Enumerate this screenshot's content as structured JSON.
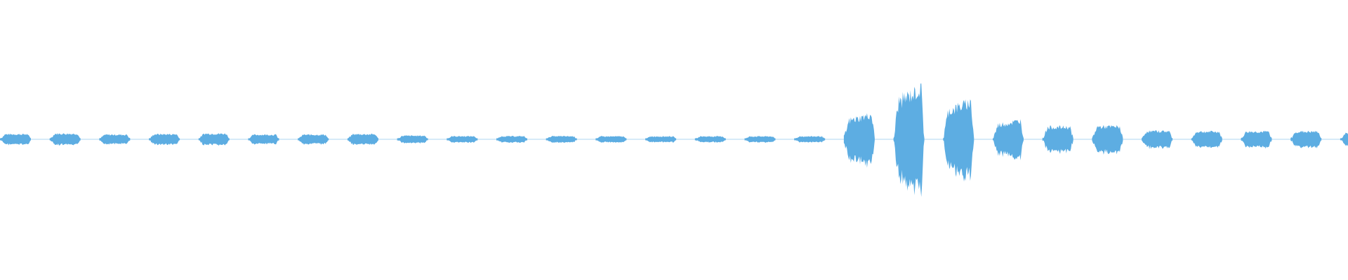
{
  "waveform": {
    "color": "#5dade2",
    "background": "#ffffff",
    "bursts": [
      {
        "segment": 1,
        "amplitude": 0.1
      },
      {
        "segment": 2,
        "amplitude": 0.11
      },
      {
        "segment": 3,
        "amplitude": 0.09
      },
      {
        "segment": 4,
        "amplitude": 0.1
      },
      {
        "segment": 5,
        "amplitude": 0.11
      },
      {
        "segment": 6,
        "amplitude": 0.09
      },
      {
        "segment": 7,
        "amplitude": 0.09
      },
      {
        "segment": 8,
        "amplitude": 0.1
      },
      {
        "segment": 9,
        "amplitude": 0.07
      },
      {
        "segment": 10,
        "amplitude": 0.06
      },
      {
        "segment": 11,
        "amplitude": 0.06
      },
      {
        "segment": 12,
        "amplitude": 0.06
      },
      {
        "segment": 13,
        "amplitude": 0.04
      },
      {
        "segment": 14,
        "amplitude": 0.04
      },
      {
        "segment": 15,
        "amplitude": 0.04
      },
      {
        "segment": 16,
        "amplitude": 0.04
      },
      {
        "segment": 17,
        "amplitude": 0.05
      },
      {
        "segment": 18,
        "amplitude": 0.46
      },
      {
        "segment": 19,
        "amplitude": 0.94
      },
      {
        "segment": 20,
        "amplitude": 0.7
      },
      {
        "segment": 21,
        "amplitude": 0.35
      },
      {
        "segment": 22,
        "amplitude": 0.24
      },
      {
        "segment": 23,
        "amplitude": 0.25
      },
      {
        "segment": 24,
        "amplitude": 0.16
      },
      {
        "segment": 25,
        "amplitude": 0.15
      },
      {
        "segment": 26,
        "amplitude": 0.15
      },
      {
        "segment": 27,
        "amplitude": 0.15
      },
      {
        "segment": 28,
        "amplitude": 0.12
      }
    ]
  }
}
